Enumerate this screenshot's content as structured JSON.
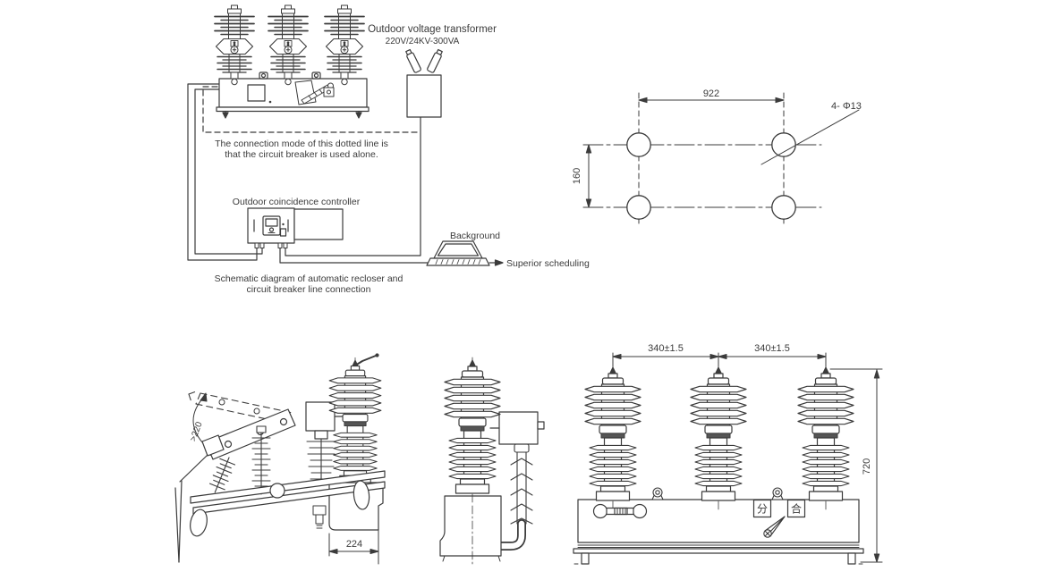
{
  "schematic": {
    "transformer_label": "Outdoor voltage transformer",
    "transformer_rating": "220V/24KV-300VA",
    "dotted_note_line1": "The connection mode of this dotted line is",
    "dotted_note_line2": "that the circuit breaker is used alone.",
    "controller_label": "Outdoor coincidence controller",
    "background_label": "Background",
    "scheduling_label": "Superior scheduling",
    "caption_line1": "Schematic diagram of automatic recloser and",
    "caption_line2": "circuit breaker line connection"
  },
  "mounting_pattern": {
    "width_dim": "922",
    "height_dim": "160",
    "holes_label": "4- Φ13"
  },
  "side_view": {
    "angle_label": ">220",
    "depth_dim": "224"
  },
  "front_view": {
    "spacing_dim_left": "340±1.5",
    "spacing_dim_right": "340±1.5",
    "height_dim": "720",
    "open_label": "分",
    "close_label": "合"
  },
  "colors": {
    "line": "#3b3b3b",
    "text": "#3b3b3b",
    "background": "#ffffff",
    "dark_band": "#555555"
  }
}
